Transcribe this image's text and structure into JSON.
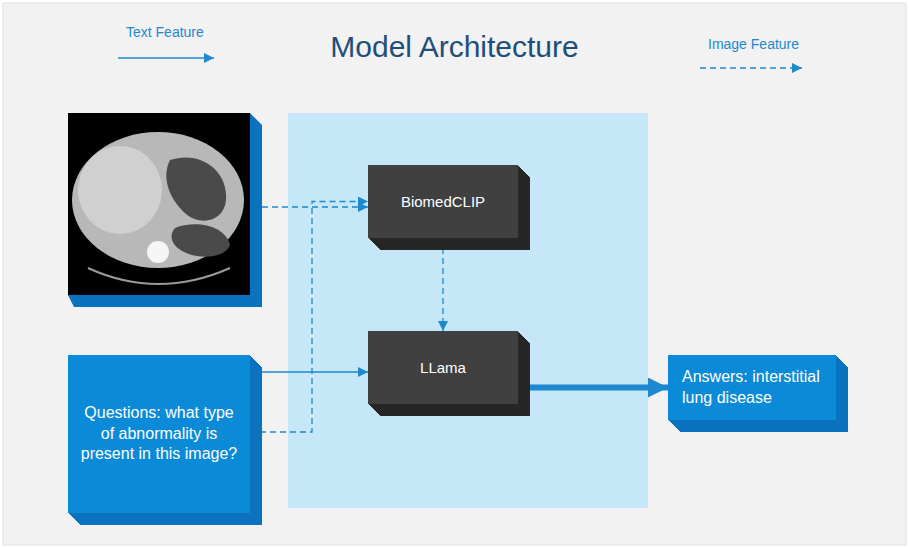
{
  "diagram": {
    "title": "Model Architecture",
    "nodes": [
      {
        "text": [
          "BiomedCLIP"
        ]
      },
      {
        "text": [
          "Questions: what type of abnormality is present in this image?"
        ]
      },
      {
        "text": [
          "LLama"
        ]
      },
      {
        "text": [
          "Answers: interstitial lung disease"
        ]
      }
    ],
    "edges": [
      {
        "from": 1,
        "to": 0,
        "arrow": "to"
      },
      {
        "from": 1,
        "to": 2,
        "arrow": "to"
      },
      {
        "from": 0,
        "to": 2,
        "arrow": "to"
      },
      {
        "from": 2,
        "to": 3,
        "arrow": "to"
      }
    ],
    "legend": [
      {
        "text": "Text Feature"
      },
      {
        "text": "Image Feature"
      }
    ]
  }
}
